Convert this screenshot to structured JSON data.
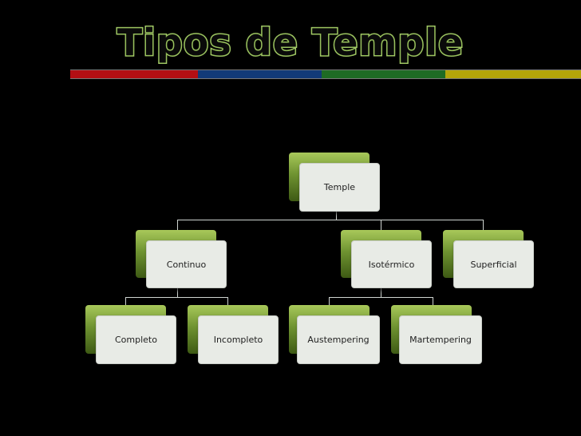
{
  "slide": {
    "title": "Tipos de Temple",
    "bar_colors": [
      "#b30f14",
      "#123a78",
      "#1e6b24",
      "#b4a50a"
    ]
  },
  "diagram": {
    "root": "Temple",
    "level1": [
      "Continuo",
      "Isotérmico",
      "Superficial"
    ],
    "continuo_children": [
      "Completo",
      "Incompleto"
    ],
    "isotermico_children": [
      "Austempering",
      "Martempering"
    ]
  }
}
